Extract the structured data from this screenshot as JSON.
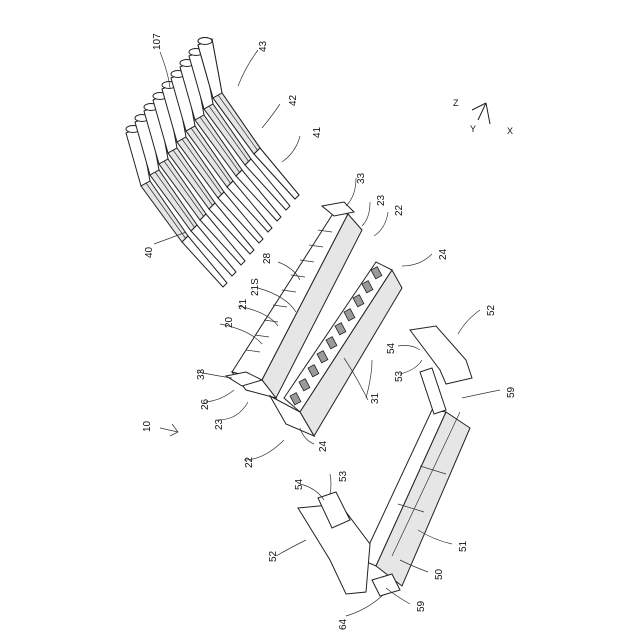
{
  "labels": {
    "l107": "107",
    "l43": "43",
    "l42": "42",
    "l41": "41",
    "l40": "40",
    "l33a": "33",
    "l23a": "23",
    "l22a": "22",
    "l24a": "24",
    "l28": "28",
    "l21s": "21S",
    "l21": "21",
    "l20": "20",
    "l33b": "33",
    "l26": "26",
    "l23b": "23",
    "l22b": "22",
    "l24b": "24",
    "l31": "31",
    "l52a": "52",
    "l54a": "54",
    "l53a": "53",
    "l59a": "59",
    "l10": "10",
    "l54b": "54",
    "l53b": "53",
    "l52b": "52",
    "l51": "51",
    "l50": "50",
    "l59b": "59",
    "l64": "64"
  },
  "axes": {
    "z": "Z",
    "y": "Y",
    "x": "X"
  }
}
